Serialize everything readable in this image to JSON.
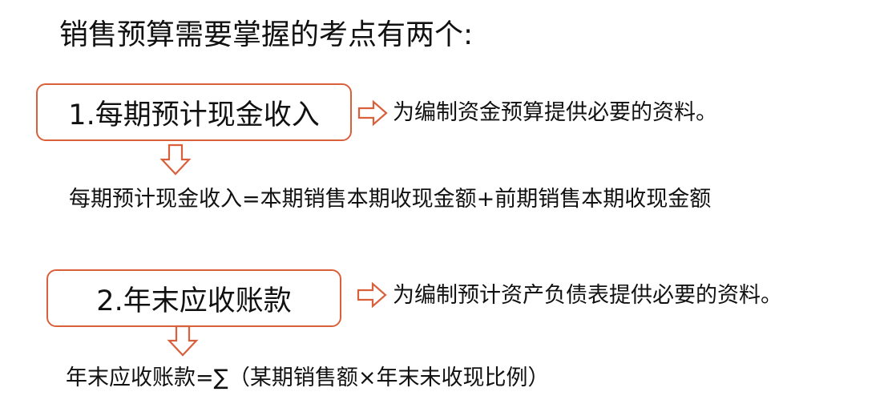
{
  "heading": "销售预算需要掌握的考点有两个:",
  "points": [
    {
      "label": "1.每期预计现金收入",
      "purpose": "为编制资金预算提供必要的资料。",
      "formula": "每期预计现金收入=本期销售本期收现金额+前期销售本期收现金额"
    },
    {
      "label": "2.年末应收账款",
      "purpose": "为编制预计资产负债表提供必要的资料。",
      "formula": "年末应收账款=∑（某期销售额×年末未收现比例）"
    }
  ],
  "colors": {
    "accent": "#d9603b",
    "text": "#111111",
    "background": "#ffffff"
  },
  "icons": {
    "right_arrow": "hollow-right-arrow-icon",
    "down_arrow": "hollow-down-arrow-icon"
  }
}
